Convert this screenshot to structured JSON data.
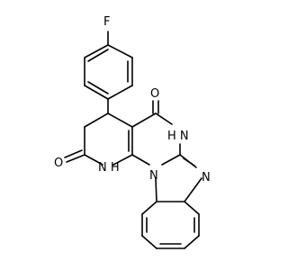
{
  "molecule": {
    "atoms": {
      "fluorine": "F",
      "carbonyl_top_oxygen": "O",
      "carbonyl_left_oxygen": "O",
      "amide_nh_right": "H N",
      "amide_nh_left": "N H",
      "imidazole_n": "N",
      "bridge_n": "N"
    },
    "colors": {
      "bond": "#000000",
      "background": "#ffffff"
    }
  }
}
